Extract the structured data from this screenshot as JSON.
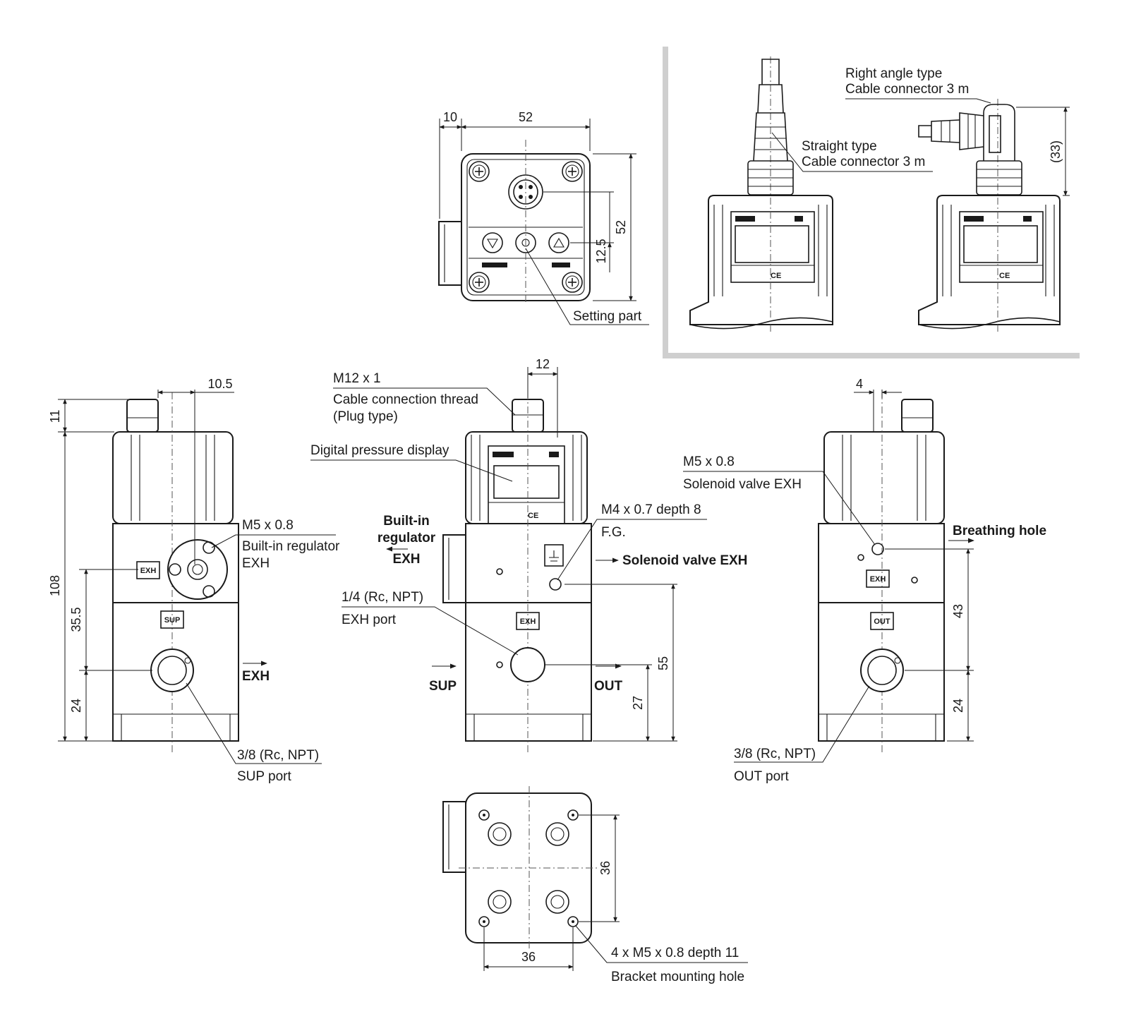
{
  "title": "",
  "colors": {
    "ink": "#1a1a1a",
    "panel_border": "#cfcfcf",
    "background": "#ffffff"
  },
  "top_view": {
    "dim_10": "10",
    "dim_52_width": "52",
    "dim_52_height": "52",
    "dim_12_5": "12.5",
    "setting_part": "Setting part"
  },
  "connector_options": {
    "right_angle_line1": "Right angle type",
    "right_angle_line2": "Cable connector 3 m",
    "straight_line1": "Straight type",
    "straight_line2": "Cable connector 3 m",
    "dim_33": "(33)"
  },
  "left_view": {
    "dim_10_5": "10.5",
    "dim_11": "11",
    "dim_108": "108",
    "dim_35_5": "35.5",
    "dim_24": "24",
    "m5_label": "M5 x 0.8",
    "regulator_exh_line1": "Built-in regulator",
    "regulator_exh_line2": "EXH",
    "exh_arrow_label": "EXH",
    "sup_port_line1": "3/8 (Rc, NPT)",
    "sup_port_line2": "SUP port",
    "badge_exh": "EXH",
    "badge_sup": "SUP"
  },
  "front_view": {
    "dim_12": "12",
    "m12_line1": "M12 x 1",
    "m12_line2": "Cable connection thread",
    "m12_line3": "(Plug type)",
    "display_label": "Digital pressure display",
    "builtin_line1": "Built-in",
    "builtin_line2": "regulator",
    "builtin_line3": "EXH",
    "m4_line1": "M4 x 0.7 depth 8",
    "m4_line2": "F.G.",
    "solenoid_exh": "Solenoid valve EXH",
    "exh_port_line1": "1/4 (Rc, NPT)",
    "exh_port_line2": "EXH port",
    "sup_label": "SUP",
    "out_label": "OUT",
    "dim_55": "55",
    "dim_27": "27",
    "badge_exh": "EXH"
  },
  "right_view": {
    "dim_4": "4",
    "m5_line1": "M5 x 0.8",
    "m5_line2": "Solenoid valve EXH",
    "breathing_hole": "Breathing hole",
    "dim_43": "43",
    "dim_24": "24",
    "out_port_line1": "3/8 (Rc, NPT)",
    "out_port_line2": "OUT port",
    "badge_exh": "EXH",
    "badge_out": "OUT"
  },
  "bottom_view": {
    "dim_36_horizontal": "36",
    "dim_36_vertical": "36",
    "mount_line1": "4 x M5 x 0.8 depth 11",
    "mount_line2": "Bracket mounting hole"
  }
}
